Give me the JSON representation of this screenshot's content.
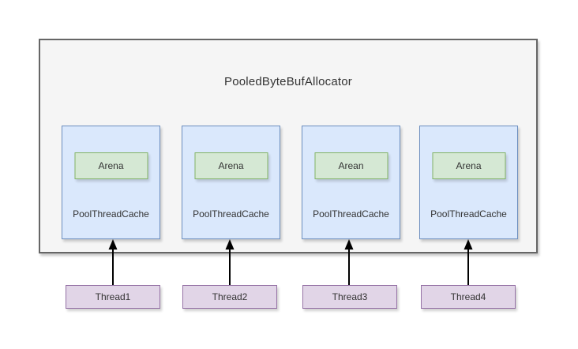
{
  "diagram": {
    "title": "PooledByteBufAllocator",
    "caches": [
      {
        "arena": "Arena",
        "label": "PoolThreadCache"
      },
      {
        "arena": "Arena",
        "label": "PoolThreadCache"
      },
      {
        "arena": "Arean",
        "label": "PoolThreadCache"
      },
      {
        "arena": "Arena",
        "label": "PoolThreadCache"
      }
    ],
    "threads": [
      "Thread1",
      "Thread2",
      "Thread3",
      "Thread4"
    ],
    "colors": {
      "allocator_fill": "#f5f5f5",
      "allocator_border": "#666666",
      "cache_fill": "#dae8fc",
      "cache_border": "#6c8ebf",
      "arena_fill": "#d5e8d4",
      "arena_border": "#82b366",
      "thread_fill": "#e1d5e7",
      "thread_border": "#9673a6",
      "arrow": "#000000",
      "text": "#333333"
    }
  }
}
